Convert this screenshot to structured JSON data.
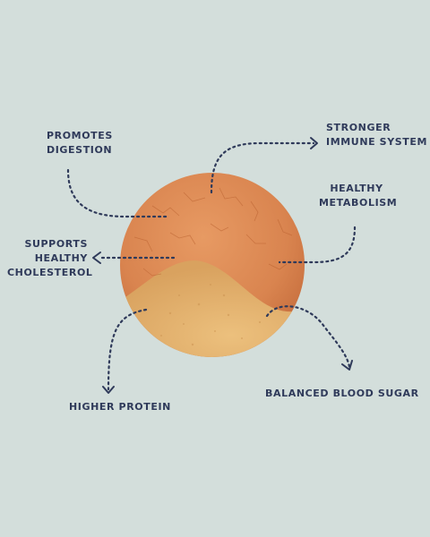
{
  "benefits": {
    "promotes_digestion": "PROMOTES\nDIGESTION",
    "stronger_immune": "STRONGER\nIMMUNE SYSTEM",
    "healthy_metabolism": "HEALTHY\nMETABOLISM",
    "supports_cholesterol": "SUPPORTS\nHEALTHY\nCHOLESTEROL",
    "higher_protein": "HIGHER PROTEIN",
    "balanced_blood_sugar": "BALANCED BLOOD SUGAR"
  },
  "colors": {
    "background": "#d3dedb",
    "text": "#2f3a5a",
    "cookie_top": "#dc8a55",
    "cookie_bottom": "#e6b670"
  },
  "icons": [
    "cookie-image",
    "arrow-icon"
  ]
}
